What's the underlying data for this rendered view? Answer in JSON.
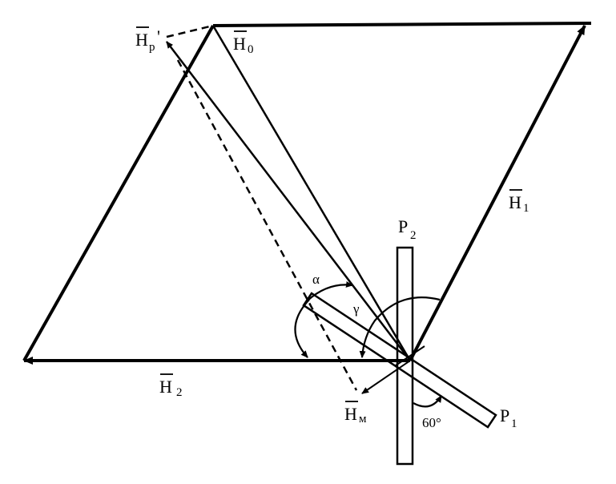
{
  "labels": {
    "h0": {
      "main": "H",
      "sub": "0"
    },
    "hp": {
      "main": "H",
      "sub": "p",
      "prime": "'"
    },
    "h1": {
      "main": "H",
      "sub": "1"
    },
    "h2": {
      "main": "H",
      "sub": "2"
    },
    "hm": {
      "main": "H",
      "sub": "м"
    },
    "p1": {
      "main": "P",
      "sub": "1"
    },
    "p2": {
      "main": "P",
      "sub": "2"
    },
    "alpha": "α",
    "gamma": "γ",
    "angle60": "60°"
  }
}
